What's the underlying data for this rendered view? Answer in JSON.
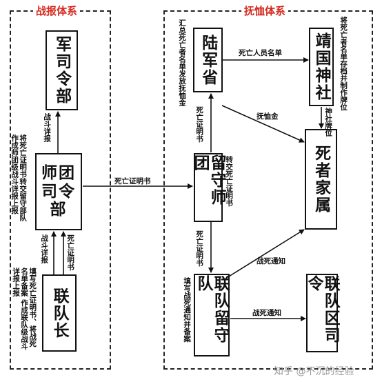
{
  "regions": {
    "battle_report": "战报体系",
    "pension": "抚恤体系"
  },
  "nodes": {
    "army_command": "军司令部",
    "division_command_line1": "师团",
    "division_command_line2": "司令部",
    "regiment_commander": "联队长",
    "army_ministry": "陆军省",
    "yasukuni": "靖国神社",
    "bereaved_family": "死者家属",
    "division_depot": "留守师团",
    "regiment_depot": "联队留守队",
    "regiment_district": "联队区司令"
  },
  "labels": {
    "battle_detail_1": "战斗详报",
    "division_note": "将死亡证明书转交留守部队 作成师团级战斗详报上报",
    "battle_detail_2": "战斗详报",
    "death_certificate_1": "死亡证明书",
    "regiment_note": "填写死亡证明书、将战死名单备案 作成联队级战斗详报上报",
    "death_certificate_2": "死亡证明书",
    "ministry_note": "汇总死亡者名单发放抚恤金",
    "death_list": "死亡人员名单",
    "yasukuni_note": "将死亡者名单存档并制作牌位",
    "death_certificate_3": "死亡证明书",
    "pension_money": "抚恤金",
    "tablet": "神社牌位",
    "depot_note": "转交死亡证明书",
    "death_certificate_4": "死亡证明书",
    "death_notice_1": "战死通知",
    "regiment_depot_note": "填写战死通知并备案",
    "death_notice_2": "战死通知"
  },
  "watermark": "知乎 @不沉的经验"
}
